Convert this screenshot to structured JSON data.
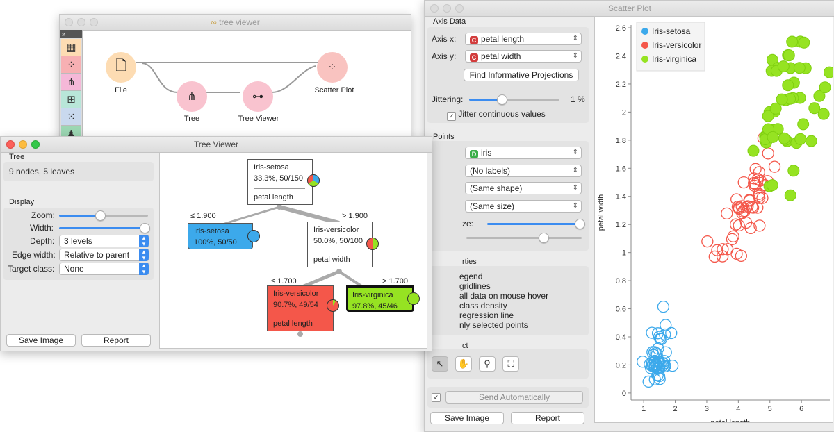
{
  "canvas_window": {
    "title": "tree viewer",
    "title_icon": "glasses-icon",
    "toolbox_toggle": "»",
    "widgets": [
      {
        "label": "File",
        "icon": "file-icon"
      },
      {
        "label": "Tree",
        "icon": "tree-icon"
      },
      {
        "label": "Tree Viewer",
        "icon": "tree-viewer-icon"
      },
      {
        "label": "Scatter Plot",
        "icon": "scatter-plot-icon"
      }
    ],
    "colors": {
      "file": "#fddcb3",
      "tree": "#f9c3cf",
      "tree_viewer": "#f9c3cf",
      "scatter": "#f9c3c0"
    }
  },
  "tree_viewer_window": {
    "title": "Tree Viewer",
    "tree_section": "Tree",
    "tree_info": "9 nodes, 5 leaves",
    "display_section": "Display",
    "zoom_label": "Zoom:",
    "zoom_level": 0.45,
    "width_label": "Width:",
    "width_level": 1.0,
    "depth_label": "Depth:",
    "depth_value": "3 levels",
    "edge_width_label": "Edge width:",
    "edge_width_value": "Relative to parent",
    "target_class_label": "Target class:",
    "target_class_value": "None",
    "save_image": "Save Image",
    "report": "Report",
    "nodes": {
      "root": {
        "class": "Iris-setosa",
        "stats": "33.3%, 50/150",
        "split": "petal length"
      },
      "left": {
        "class": "Iris-setosa",
        "stats": "100%, 50/50"
      },
      "right": {
        "class": "Iris-versicolor",
        "stats": "50.0%, 50/100",
        "split": "petal width"
      },
      "rl": {
        "class": "Iris-versicolor",
        "stats": "90.7%, 49/54",
        "split": "petal length"
      },
      "rr": {
        "class": "Iris-virginica",
        "stats": "97.8%, 45/46"
      }
    },
    "edges": {
      "left": "≤ 1.900",
      "right": "> 1.900",
      "rl": "≤ 1.700",
      "rr": "> 1.700"
    },
    "colors": {
      "setosa": "#3ca9eb",
      "versicolor": "#f4574a",
      "virginica": "#96e322"
    }
  },
  "scatter_window": {
    "title": "Scatter Plot",
    "axis_data_section": "Axis Data",
    "axis_x_label": "Axis x:",
    "axis_x_value": "petal length",
    "axis_y_label": "Axis y:",
    "axis_y_value": "petal width",
    "find_projections": "Find Informative Projections",
    "jittering_label": "Jittering:",
    "jittering_value": "1 %",
    "jitter_continuous": "Jitter continuous values",
    "points_section": "Points",
    "color_value": "iris",
    "label_value": "(No labels)",
    "shape_value": "(Same shape)",
    "size_value": "(Same size)",
    "symbol_size_label": "ze:",
    "plot_props_section": "rties",
    "plot_props": [
      "egend",
      "gridlines",
      "all data on mouse hover",
      "class density",
      "regression line",
      "nly selected points"
    ],
    "zoom_select_section": "ct",
    "send_auto": "Send Automatically",
    "save_image": "Save Image",
    "report": "Report"
  },
  "chart_data": {
    "type": "scatter",
    "xlabel": "petal length",
    "ylabel": "petal width",
    "xlim": [
      0.6,
      6.9
    ],
    "ylim": [
      -0.05,
      2.62
    ],
    "x_ticks": [
      "1",
      "2",
      "3",
      "4",
      "5",
      "6"
    ],
    "y_ticks": [
      "0",
      "0.2",
      "0.4",
      "0.6",
      "0.8",
      "1",
      "1.2",
      "1.4",
      "1.6",
      "1.8",
      "2",
      "2.2",
      "2.4",
      "2.6"
    ],
    "legend_placement": "top-left",
    "series": [
      {
        "name": "Iris-setosa",
        "color": "#3ca9eb",
        "filled": false,
        "points": [
          [
            1.4,
            0.2
          ],
          [
            1.4,
            0.2
          ],
          [
            1.3,
            0.2
          ],
          [
            1.5,
            0.2
          ],
          [
            1.4,
            0.2
          ],
          [
            1.7,
            0.4
          ],
          [
            1.4,
            0.3
          ],
          [
            1.5,
            0.2
          ],
          [
            1.4,
            0.2
          ],
          [
            1.5,
            0.1
          ],
          [
            1.5,
            0.2
          ],
          [
            1.6,
            0.2
          ],
          [
            1.4,
            0.1
          ],
          [
            1.1,
            0.1
          ],
          [
            1.2,
            0.2
          ],
          [
            1.5,
            0.4
          ],
          [
            1.3,
            0.4
          ],
          [
            1.4,
            0.3
          ],
          [
            1.7,
            0.3
          ],
          [
            1.5,
            0.3
          ],
          [
            1.7,
            0.2
          ],
          [
            1.5,
            0.4
          ],
          [
            1.0,
            0.2
          ],
          [
            1.7,
            0.5
          ],
          [
            1.9,
            0.2
          ],
          [
            1.6,
            0.2
          ],
          [
            1.6,
            0.4
          ],
          [
            1.5,
            0.2
          ],
          [
            1.4,
            0.2
          ],
          [
            1.6,
            0.2
          ],
          [
            1.6,
            0.2
          ],
          [
            1.5,
            0.4
          ],
          [
            1.5,
            0.1
          ],
          [
            1.4,
            0.2
          ],
          [
            1.5,
            0.2
          ],
          [
            1.2,
            0.2
          ],
          [
            1.3,
            0.2
          ],
          [
            1.4,
            0.1
          ],
          [
            1.3,
            0.2
          ],
          [
            1.5,
            0.2
          ],
          [
            1.3,
            0.3
          ],
          [
            1.3,
            0.3
          ],
          [
            1.3,
            0.2
          ],
          [
            1.6,
            0.6
          ],
          [
            1.9,
            0.4
          ],
          [
            1.4,
            0.3
          ],
          [
            1.6,
            0.2
          ],
          [
            1.4,
            0.2
          ],
          [
            1.5,
            0.2
          ],
          [
            1.4,
            0.2
          ]
        ]
      },
      {
        "name": "Iris-versicolor",
        "color": "#f4574a",
        "filled": false,
        "points": [
          [
            4.7,
            1.4
          ],
          [
            4.5,
            1.5
          ],
          [
            4.9,
            1.5
          ],
          [
            4.0,
            1.3
          ],
          [
            4.6,
            1.5
          ],
          [
            4.5,
            1.3
          ],
          [
            4.7,
            1.6
          ],
          [
            3.3,
            1.0
          ],
          [
            4.6,
            1.3
          ],
          [
            3.9,
            1.4
          ],
          [
            3.5,
            1.0
          ],
          [
            4.2,
            1.5
          ],
          [
            4.0,
            1.0
          ],
          [
            4.7,
            1.4
          ],
          [
            3.6,
            1.3
          ],
          [
            4.4,
            1.4
          ],
          [
            4.5,
            1.5
          ],
          [
            4.1,
            1.0
          ],
          [
            4.5,
            1.5
          ],
          [
            3.9,
            1.1
          ],
          [
            4.8,
            1.8
          ],
          [
            4.0,
            1.3
          ],
          [
            4.9,
            1.5
          ],
          [
            4.7,
            1.2
          ],
          [
            4.3,
            1.3
          ],
          [
            4.4,
            1.4
          ],
          [
            4.8,
            1.4
          ],
          [
            5.0,
            1.7
          ],
          [
            4.5,
            1.5
          ],
          [
            3.5,
            1.0
          ],
          [
            3.8,
            1.1
          ],
          [
            3.7,
            1.0
          ],
          [
            3.9,
            1.2
          ],
          [
            5.1,
            1.6
          ],
          [
            4.5,
            1.5
          ],
          [
            4.5,
            1.6
          ],
          [
            4.7,
            1.5
          ],
          [
            4.4,
            1.3
          ],
          [
            4.1,
            1.3
          ],
          [
            4.0,
            1.3
          ],
          [
            4.4,
            1.2
          ],
          [
            4.6,
            1.4
          ],
          [
            4.0,
            1.2
          ],
          [
            3.3,
            1.0
          ],
          [
            4.2,
            1.3
          ],
          [
            4.2,
            1.2
          ],
          [
            4.2,
            1.3
          ],
          [
            4.3,
            1.3
          ],
          [
            3.0,
            1.1
          ],
          [
            4.1,
            1.3
          ]
        ]
      },
      {
        "name": "Iris-virginica",
        "color": "#96e322",
        "filled": true,
        "points": [
          [
            6.0,
            2.5
          ],
          [
            5.1,
            1.9
          ],
          [
            5.9,
            2.1
          ],
          [
            5.6,
            1.8
          ],
          [
            5.8,
            2.2
          ],
          [
            6.6,
            2.1
          ],
          [
            4.5,
            1.7
          ],
          [
            6.3,
            1.8
          ],
          [
            5.8,
            1.8
          ],
          [
            6.1,
            2.5
          ],
          [
            5.1,
            2.0
          ],
          [
            5.3,
            1.9
          ],
          [
            5.5,
            2.1
          ],
          [
            5.0,
            2.0
          ],
          [
            5.1,
            2.4
          ],
          [
            5.3,
            2.3
          ],
          [
            5.5,
            1.8
          ],
          [
            6.7,
            2.2
          ],
          [
            6.9,
            2.3
          ],
          [
            5.0,
            1.5
          ],
          [
            5.7,
            2.3
          ],
          [
            4.9,
            2.0
          ],
          [
            6.7,
            2.0
          ],
          [
            4.9,
            1.8
          ],
          [
            5.7,
            2.1
          ],
          [
            6.0,
            1.8
          ],
          [
            4.8,
            1.8
          ],
          [
            4.9,
            1.8
          ],
          [
            5.6,
            2.1
          ],
          [
            5.8,
            1.6
          ],
          [
            6.1,
            1.9
          ],
          [
            6.4,
            2.0
          ],
          [
            5.6,
            2.2
          ],
          [
            5.1,
            1.5
          ],
          [
            5.6,
            1.4
          ],
          [
            6.1,
            2.3
          ],
          [
            5.6,
            2.4
          ],
          [
            5.5,
            1.8
          ],
          [
            4.8,
            1.8
          ],
          [
            5.4,
            2.1
          ],
          [
            5.6,
            2.4
          ],
          [
            5.1,
            2.3
          ],
          [
            5.9,
            2.3
          ],
          [
            5.7,
            2.5
          ],
          [
            5.2,
            2.3
          ],
          [
            5.0,
            1.9
          ],
          [
            5.2,
            2.0
          ],
          [
            5.4,
            2.3
          ],
          [
            5.1,
            1.8
          ]
        ]
      }
    ]
  }
}
